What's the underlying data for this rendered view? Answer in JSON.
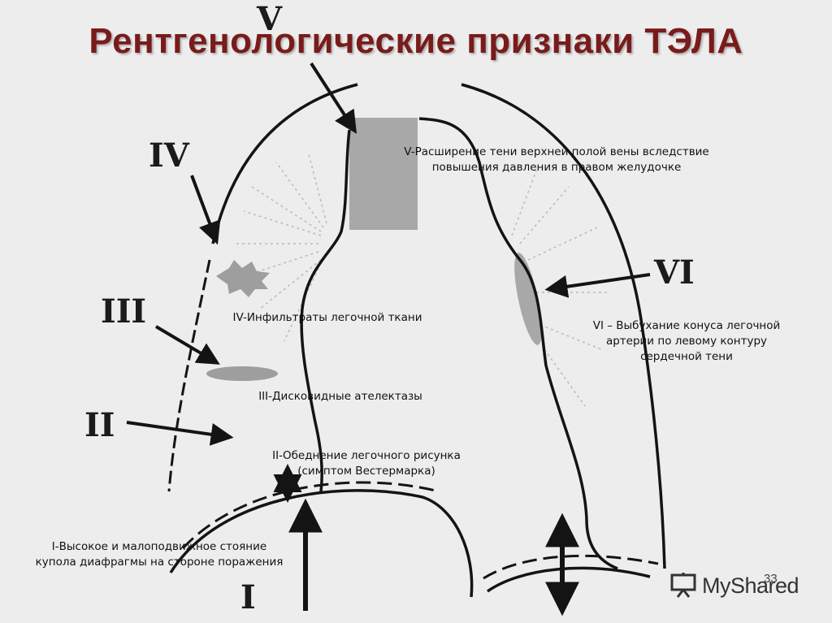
{
  "title": "Рентгенологические признаки ТЭЛА",
  "roman": {
    "i": "I",
    "ii": "II",
    "iii": "III",
    "iv": "IV",
    "v": "V",
    "vi": "VI"
  },
  "labels": {
    "v": [
      "V-Расширение тени верхней полой вены вследствие",
      "повышения давления в правом желудочке"
    ],
    "iv": [
      "IV-Инфильтраты легочной ткани"
    ],
    "vi": [
      "VI – Выбухание конуса легочной",
      "артерии по левому контуру",
      "сердечной тени"
    ],
    "iii": [
      "III-Дисковидные ателектазы"
    ],
    "ii": [
      "II-Обеднение легочного рисунка",
      "(симптом Вестермарка)"
    ],
    "i": [
      "I-Высокое и малоподвижное стояние",
      "купола диафрагмы на стороне поражения"
    ]
  },
  "logo": {
    "text": "MyShared"
  },
  "page_number": "33",
  "colors": {
    "background": "#ededed",
    "title": "#7a1b1b",
    "outline": "#141414",
    "shaded_region": "#a8a8a8"
  }
}
